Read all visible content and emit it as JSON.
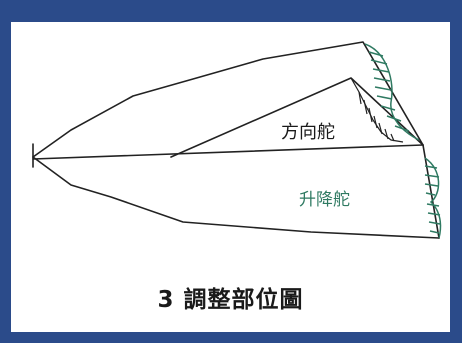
{
  "labels": {
    "rudder": "方向舵",
    "elevator": "升降舵"
  },
  "caption": "3 調整部位圖",
  "colors": {
    "frame": "#2b4b8a",
    "ink": "#1a1a1a",
    "accent_green": "#2f7a62"
  }
}
